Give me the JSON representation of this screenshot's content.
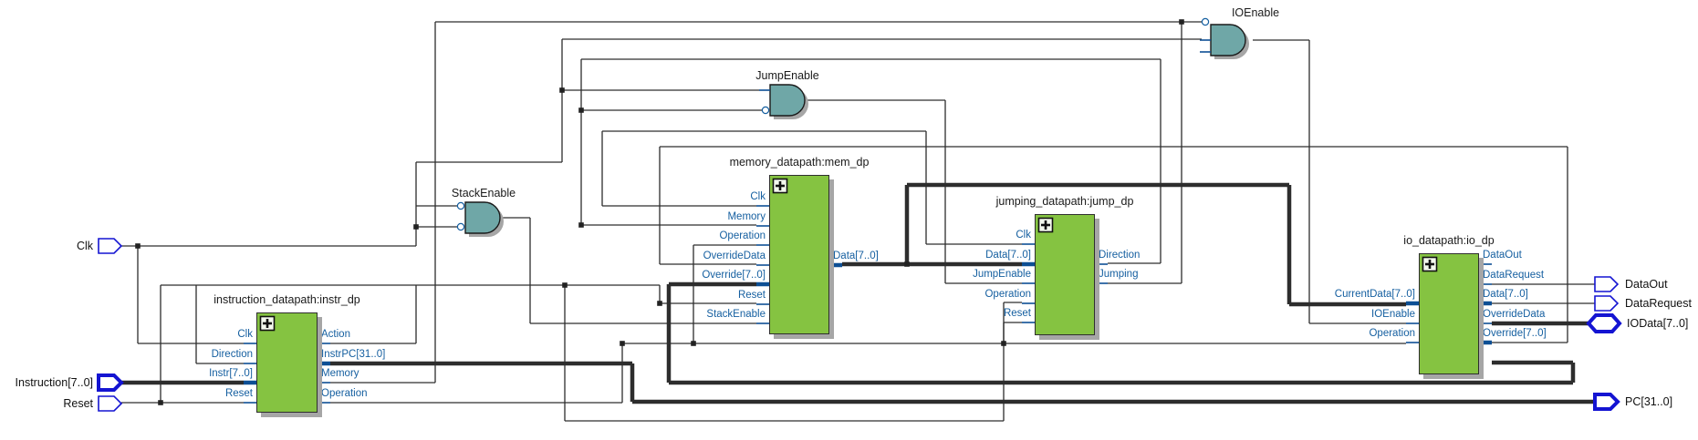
{
  "diagram": {
    "blocks": [
      {
        "id": "instr_dp",
        "title": "instruction_datapath:instr_dp",
        "left_ports": [
          {
            "name": "Clk"
          },
          {
            "name": "Direction"
          },
          {
            "name": "Instr[7..0]",
            "bus": true
          },
          {
            "name": "Reset"
          }
        ],
        "right_ports": [
          {
            "name": "Action"
          },
          {
            "name": "InstrPC[31..0]",
            "bus": true
          },
          {
            "name": "Memory"
          },
          {
            "name": "Operation"
          }
        ]
      },
      {
        "id": "mem_dp",
        "title": "memory_datapath:mem_dp",
        "left_ports": [
          {
            "name": "Clk"
          },
          {
            "name": "Memory"
          },
          {
            "name": "Operation"
          },
          {
            "name": "OverrideData"
          },
          {
            "name": "Override[7..0]",
            "bus": true
          },
          {
            "name": "Reset"
          },
          {
            "name": "StackEnable"
          }
        ],
        "right_ports": [
          {
            "name": "Data[7..0]",
            "bus": true,
            "slot": 3
          }
        ]
      },
      {
        "id": "jump_dp",
        "title": "jumping_datapath:jump_dp",
        "left_ports": [
          {
            "name": "Clk"
          },
          {
            "name": "Data[7..0]",
            "bus": true
          },
          {
            "name": "JumpEnable"
          },
          {
            "name": "Operation"
          },
          {
            "name": "Reset"
          }
        ],
        "right_ports": [
          {
            "name": "Direction",
            "slot": 1
          },
          {
            "name": "Jumping",
            "slot": 2
          }
        ]
      },
      {
        "id": "io_dp",
        "title": "io_datapath:io_dp",
        "left_ports": [
          {
            "name": "CurrentData[7..0]",
            "bus": true,
            "slot": 2
          },
          {
            "name": "IOEnable",
            "slot": 3
          },
          {
            "name": "Operation",
            "slot": 4
          }
        ],
        "right_ports": [
          {
            "name": "DataOut"
          },
          {
            "name": "DataRequest"
          },
          {
            "name": "Data[7..0]",
            "bus": true
          },
          {
            "name": "OverrideData"
          },
          {
            "name": "Override[7..0]",
            "bus": true
          }
        ]
      }
    ],
    "gates": [
      {
        "id": "StackEnable",
        "label": "StackEnable",
        "type": "AND"
      },
      {
        "id": "JumpEnable",
        "label": "JumpEnable",
        "type": "AND"
      },
      {
        "id": "IOEnable",
        "label": "IOEnable",
        "type": "AND"
      }
    ],
    "io_pins": [
      {
        "id": "Clk",
        "name": "Clk",
        "dir": "input"
      },
      {
        "id": "Instruction",
        "name": "Instruction[7..0]",
        "dir": "input",
        "bus": true
      },
      {
        "id": "Reset",
        "name": "Reset",
        "dir": "input"
      },
      {
        "id": "DataOut",
        "name": "DataOut",
        "dir": "output"
      },
      {
        "id": "DataRequest",
        "name": "DataRequest",
        "dir": "output"
      },
      {
        "id": "IOData",
        "name": "IOData[7..0]",
        "dir": "bidir",
        "bus": true
      },
      {
        "id": "PC",
        "name": "PC[31..0]",
        "dir": "output",
        "bus": true
      }
    ],
    "colors": {
      "block_fill": "#85c341",
      "gate_fill": "#6fa7a7",
      "port_label": "#155fa0",
      "pin_outline": "#1414d2",
      "wire": "#2d2d2d",
      "stub": "#0d4f94",
      "shadow": "#a6a6a6"
    }
  }
}
